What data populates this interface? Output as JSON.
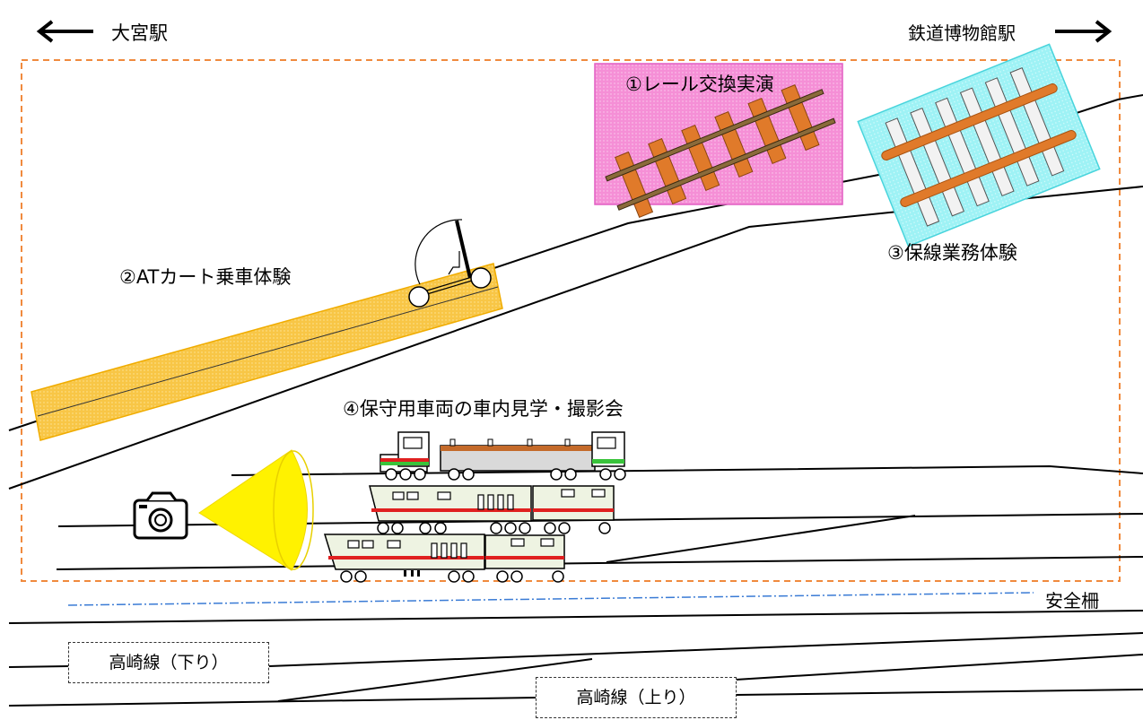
{
  "header": {
    "left_station": "大宮駅",
    "right_station": "鉄道博物館駅",
    "left_arrow_icon": "arrow-left-icon",
    "right_arrow_icon": "arrow-right-icon"
  },
  "areas": [
    {
      "id": "rail-exchange",
      "label": "①レール交換実演",
      "color": "#f58fd6"
    },
    {
      "id": "at-cart",
      "label": "②ATカート乗車体験",
      "color": "#f5b800"
    },
    {
      "id": "track-maintenance",
      "label": "③保線業務体験",
      "color": "#66e8ee"
    },
    {
      "id": "vehicle-tour",
      "label": "④保守用車両の車内見学・撮影会"
    }
  ],
  "safety_fence": {
    "label": "安全柵",
    "color": "#3a7bd5"
  },
  "lines": {
    "down": "高崎線（下り）",
    "up": "高崎線（上り）"
  },
  "icons": {
    "camera": "camera-icon",
    "view_cone": "camera-view-cone",
    "cart": "at-cart-icon",
    "rail_section": "rail-section-icon"
  },
  "colors": {
    "event_boundary": "#f08a3e",
    "rail_tie": "#e07a2a",
    "train_stripe": "#e02020",
    "train_body": "#eef3e2",
    "train_accent": "#39c33b"
  }
}
